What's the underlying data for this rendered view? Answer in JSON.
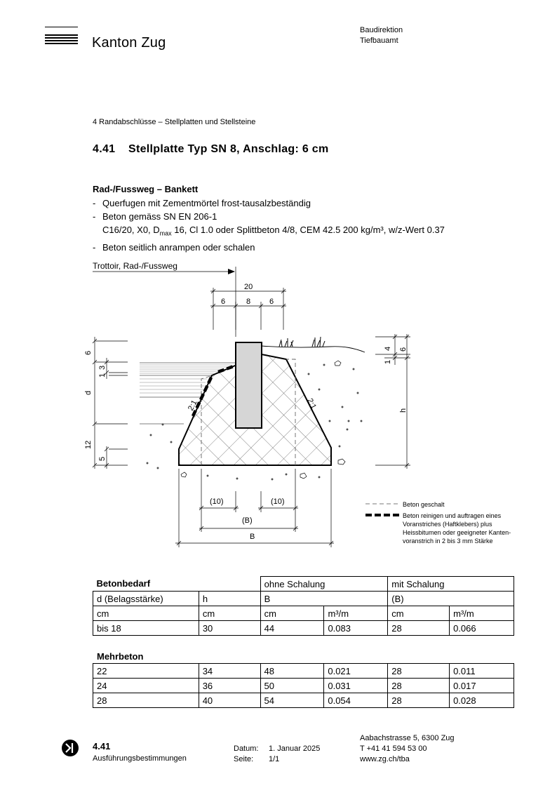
{
  "header": {
    "canton": "Kanton Zug",
    "dept_line1": "Baudirektion",
    "dept_line2": "Tiefbauamt"
  },
  "section": "4 Randabschlüsse – Stellplatten und Stellsteine",
  "title_num": "4.41",
  "title_text": "Stellplatte Typ SN 8, Anschlag: 6 cm",
  "subtitle": "Rad-/Fussweg – Bankett",
  "notes": {
    "n1": "Querfugen mit Zementmörtel frost-tausalzbeständig",
    "n2": "Beton gemäss SN EN 206-1",
    "n2_cont_a": "C16/20, X0, D",
    "n2_cont_sub": "max",
    "n2_cont_b": " 16, Cl 1.0 oder Splittbeton 4/8, CEM 42.5  200 kg/m³, w/z-Wert 0.37",
    "n3": "Beton seitlich anrampen oder schalen"
  },
  "drawing": {
    "trottoir": "Trottoir, Rad-/Fussweg",
    "dim_20": "20",
    "dim_6a": "6",
    "dim_8": "8",
    "dim_6b": "6",
    "left_6": "6",
    "left_3": "3",
    "left_1": "1",
    "left_d": "d",
    "left_12": "12",
    "left_5": "5",
    "right_4": "4",
    "right_6": "6",
    "right_1": "1",
    "right_h": "h",
    "slope_left": "2:1",
    "slope_right": "2:1",
    "dim_10a": "(10)",
    "dim_10b": "(10)",
    "dim_B_paren": "(B)",
    "dim_B": "B"
  },
  "legend": {
    "l1": "Beton geschalt",
    "l2_1": "Beton reinigen und auftragen eines",
    "l2_2": "Voranstriches (Haftklebers) plus",
    "l2_3": "Heissbitumen oder geeigneter Kanten-",
    "l2_4": "voranstrich in 2 bis 3 mm Stärke"
  },
  "table1": {
    "h_betonbedarf": "Betonbedarf",
    "h_ohne": "ohne Schalung",
    "h_mit": "mit Schalung",
    "c_d": "d (Belagsstärke)",
    "c_h": "h",
    "c_B": "B",
    "c_Bp": "(B)",
    "units": [
      "cm",
      "cm",
      "cm",
      "m³/m",
      "cm",
      "m³/m"
    ],
    "row": [
      "bis 18",
      "30",
      "44",
      "0.083",
      "28",
      "0.066"
    ]
  },
  "table2": {
    "title": "Mehrbeton",
    "rows": [
      [
        "22",
        "34",
        "48",
        "0.021",
        "28",
        "0.011"
      ],
      [
        "24",
        "36",
        "50",
        "0.031",
        "28",
        "0.017"
      ],
      [
        "28",
        "40",
        "54",
        "0.054",
        "28",
        "0.028"
      ]
    ]
  },
  "footer": {
    "num": "4.41",
    "text": "Ausführungsbestimmungen",
    "datum_label": "Datum:",
    "datum_value": "1. Januar 2025",
    "seite_label": "Seite:",
    "seite_value": "1/1",
    "addr": "Aabachstrasse 5, 6300 Zug",
    "tel": "T +41 41 594 53 00",
    "web": "www.zg.ch/tba"
  }
}
